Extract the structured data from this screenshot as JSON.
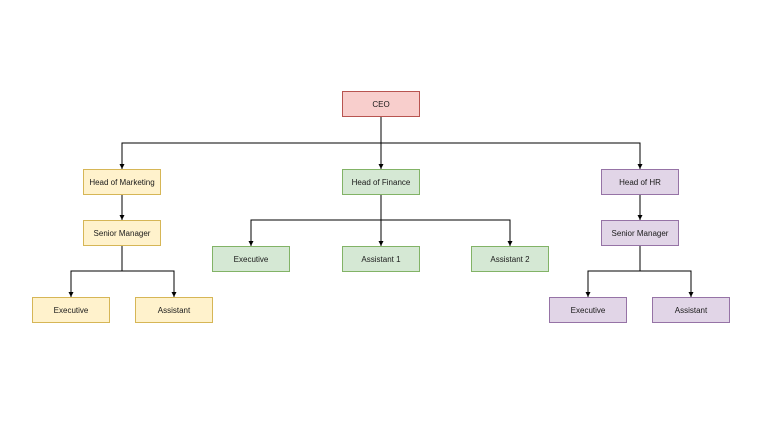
{
  "colors": {
    "ceo_fill": "#f8cecc",
    "ceo_border": "#b85450",
    "marketing_fill": "#fff2cc",
    "marketing_border": "#d6b656",
    "finance_fill": "#d5e8d4",
    "finance_border": "#82b366",
    "hr_fill": "#e1d5e7",
    "hr_border": "#9673a6",
    "connector": "#000000"
  },
  "ceo": {
    "label": "CEO"
  },
  "marketing": {
    "head": "Head of Marketing",
    "manager": "Senior Manager",
    "executive": "Executive",
    "assistant": "Assistant"
  },
  "finance": {
    "head": "Head of Finance",
    "executive": "Executive",
    "assistant1": "Assistant 1",
    "assistant2": "Assistant 2"
  },
  "hr": {
    "head": "Head of HR",
    "manager": "Senior Manager",
    "executive": "Executive",
    "assistant": "Assistant"
  }
}
